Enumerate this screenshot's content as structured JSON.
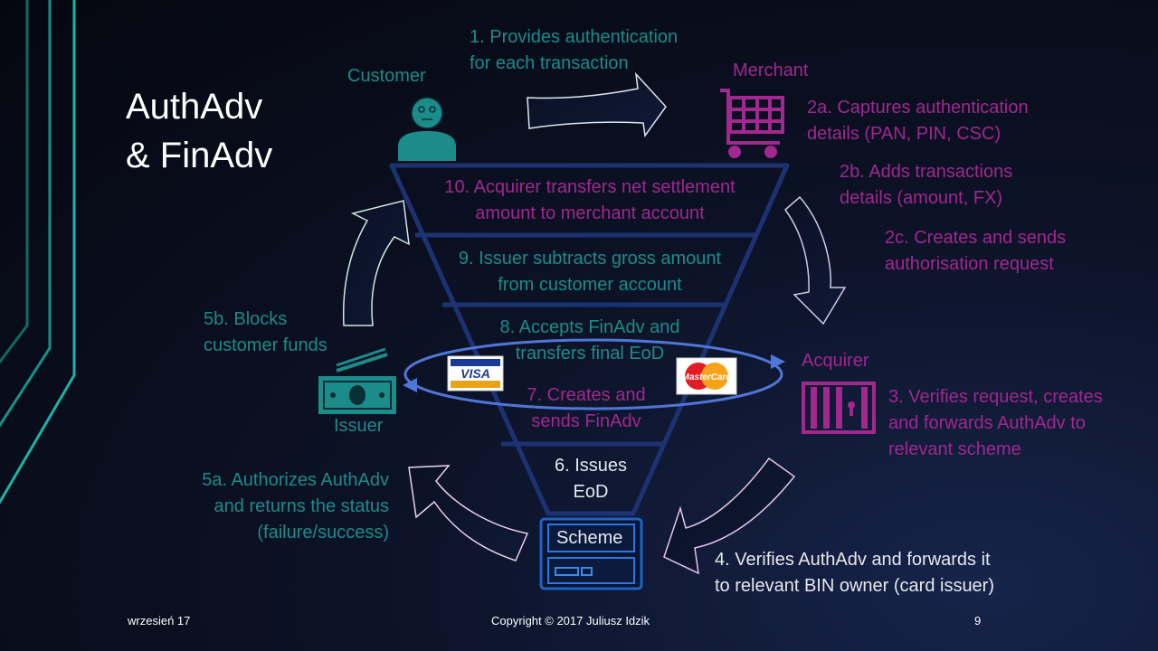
{
  "title": {
    "line1": "AuthAdv",
    "line2": "& FinAdv"
  },
  "actors": {
    "customer": "Customer",
    "merchant": "Merchant",
    "acquirer": "Acquirer",
    "issuer": "Issuer",
    "scheme": "Scheme"
  },
  "cards": {
    "visa": "VISA",
    "mastercard": "MasterCard"
  },
  "steps": {
    "s1": [
      "1. Provides authentication",
      "for each transaction"
    ],
    "s2a": [
      "2a. Captures authentication",
      "details (PAN, PIN, CSC)"
    ],
    "s2b": [
      "2b. Adds transactions",
      "details (amount, FX)"
    ],
    "s2c": [
      "2c. Creates and sends",
      "authorisation request"
    ],
    "s3": [
      "3. Verifies request, creates",
      "and forwards AuthAdv to",
      "relevant scheme"
    ],
    "s4": [
      "4. Verifies AuthAdv and forwards it",
      "to relevant BIN owner (card issuer)"
    ],
    "s5a": [
      "5a. Authorizes AuthAdv",
      "and returns the status",
      "(failure/success)"
    ],
    "s5b": [
      "5b. Blocks",
      "customer funds"
    ],
    "s6": [
      "6. Issues",
      "EoD"
    ],
    "s7": [
      "7. Creates and",
      "sends FinAdv"
    ],
    "s8": [
      "8. Accepts  FinAdv and",
      "transfers final EoD"
    ],
    "s9": [
      "9. Issuer subtracts gross amount",
      "from customer account"
    ],
    "s10": [
      "10. Acquirer transfers net settlement",
      "amount to merchant account"
    ]
  },
  "footer": {
    "date": "wrzesień 17",
    "copyright": "Copyright © 2017 Juliusz Idzik",
    "page": "9"
  },
  "colors": {
    "teal": "#1b8c8a",
    "magenta": "#a0288e",
    "funnel": "#1c3273",
    "ring": "#4f76d8"
  }
}
